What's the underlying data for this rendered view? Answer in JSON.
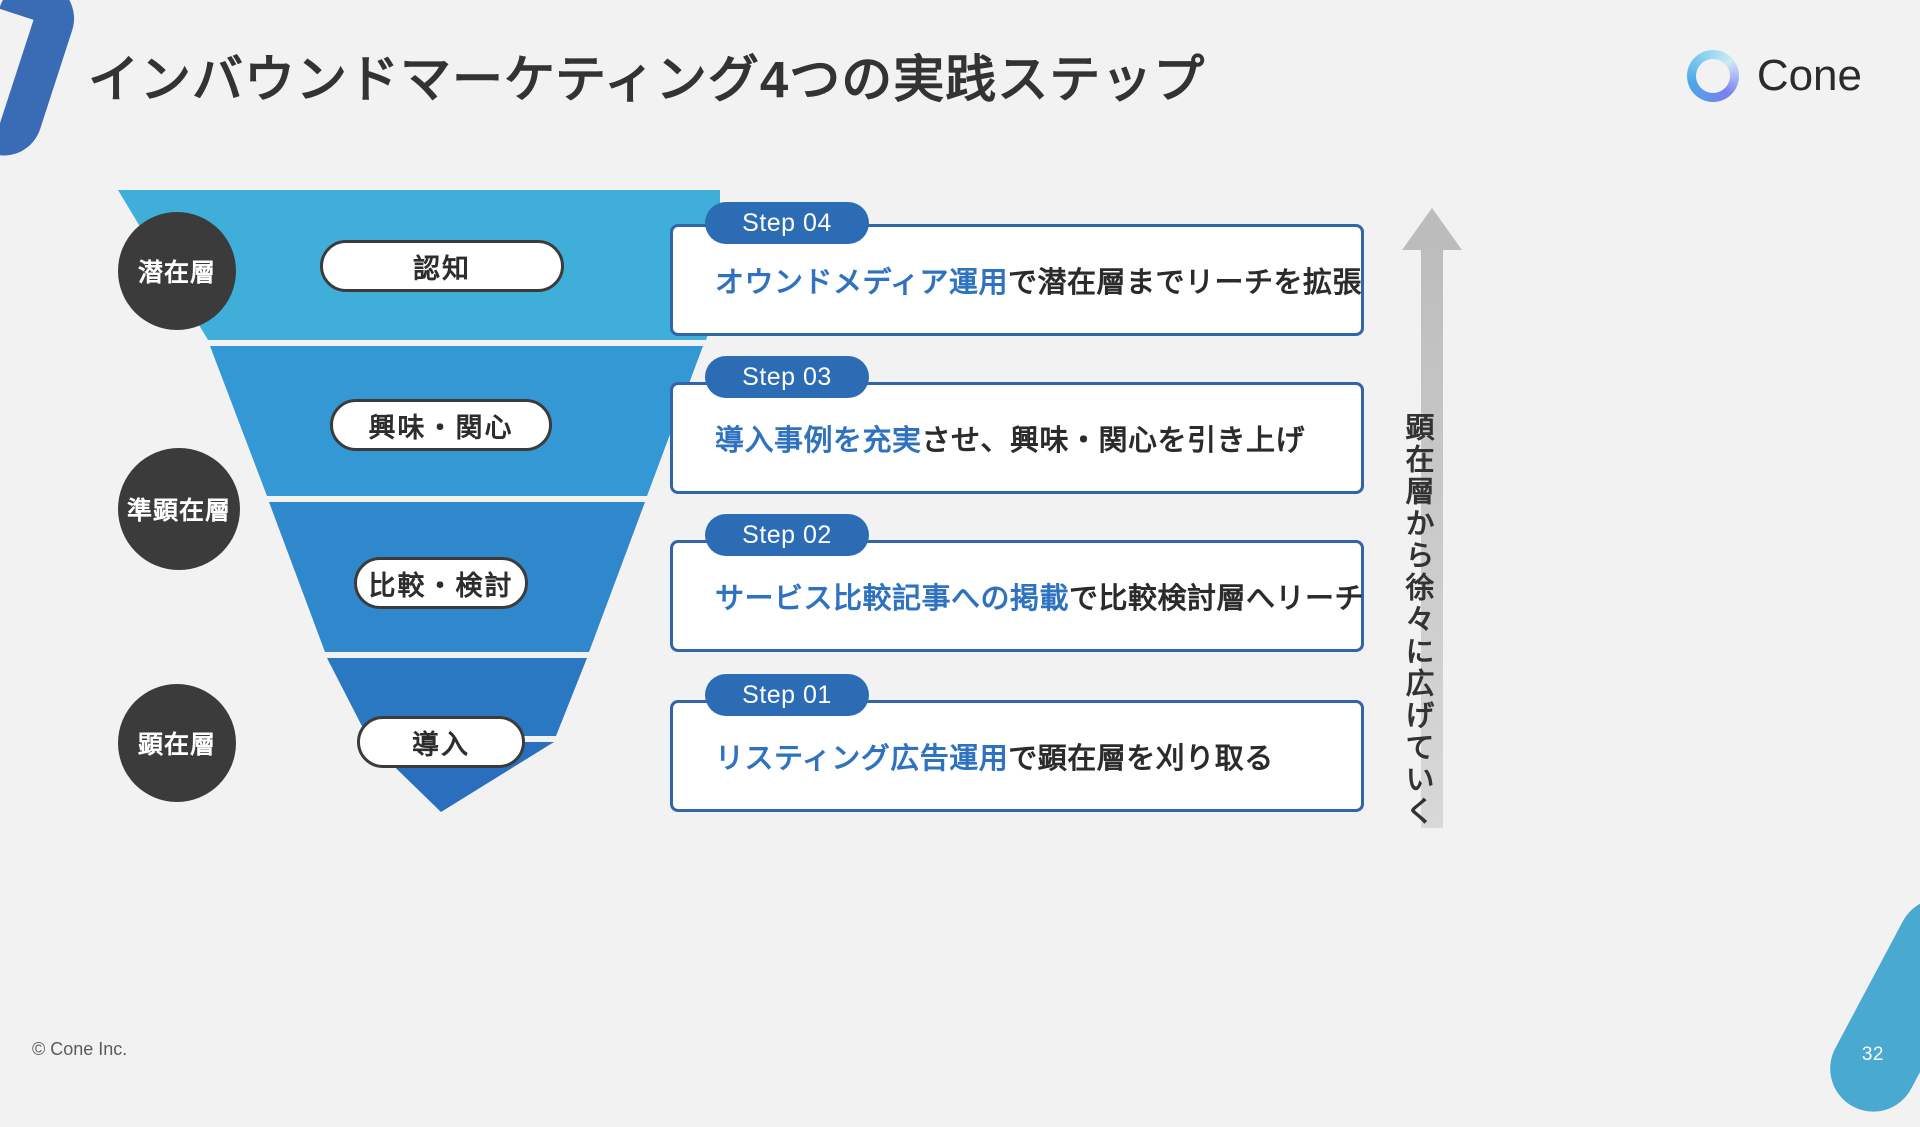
{
  "header": {
    "title": "インバウンドマーケティング4つの実践ステップ",
    "logo_text": "Cone",
    "logo_icon": "cone-ring-logo"
  },
  "footer": {
    "copyright": "© Cone Inc.",
    "page_number": "32"
  },
  "funnel": {
    "audience_circles": [
      {
        "label": "潜在層"
      },
      {
        "label": "準顕在層"
      },
      {
        "label": "顕在層"
      }
    ],
    "stages": [
      {
        "label": "認知"
      },
      {
        "label": "興味・関心"
      },
      {
        "label": "比較・検討"
      },
      {
        "label": "導入"
      }
    ],
    "band_colors": [
      "#3fafd9",
      "#3498d4",
      "#2f87cc",
      "#2a78c2",
      "#2a6fbe"
    ]
  },
  "steps": [
    {
      "badge": "Step 04",
      "highlight": "オウンドメディア運用",
      "rest": "で潜在層までリーチを拡張"
    },
    {
      "badge": "Step 03",
      "highlight": "導入事例を充実",
      "rest": "させ、興味・関心を引き上げ"
    },
    {
      "badge": "Step 02",
      "highlight": "サービス比較記事への掲載",
      "rest": "で比較検討層へリーチ"
    },
    {
      "badge": "Step 01",
      "highlight": "リスティング広告運用",
      "rest": "で顕在層を刈り取る"
    }
  ],
  "side": {
    "arrow_caption": "顕在層から徐々に広げていく",
    "arrow_icon": "arrow-up-icon"
  },
  "colors": {
    "accent_blue": "#2c6cb4",
    "highlight_blue": "#2f72bf",
    "dark": "#3b3b3b",
    "background": "#f2f2f2"
  }
}
